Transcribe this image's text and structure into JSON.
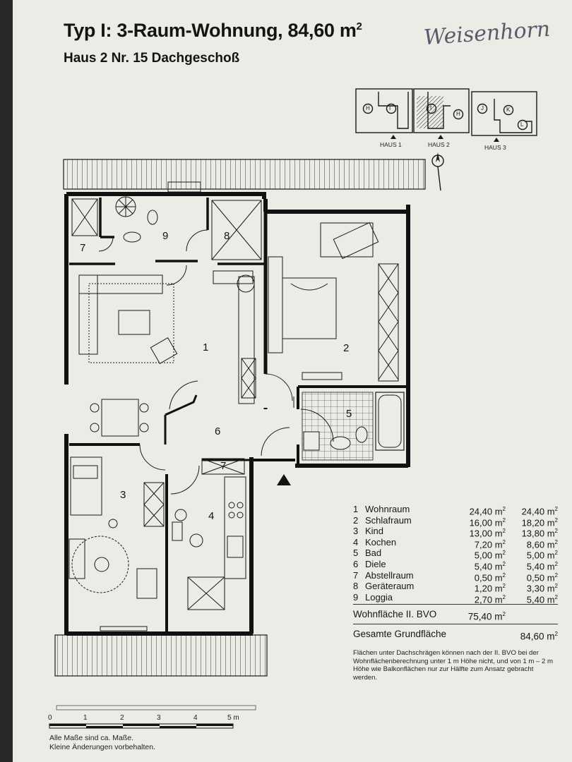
{
  "header": {
    "title": "Typ I: 3-Raum-Wohnung, 84,60 m",
    "title_sup": "2",
    "subtitle": "Haus 2   Nr. 15   Dachgeschoß",
    "handwritten_note": "Weisenhorn"
  },
  "keyplan": {
    "units": [
      "H",
      "I",
      "I",
      "H",
      "J",
      "K",
      "L"
    ],
    "houses": [
      "HAUS 1",
      "HAUS 2",
      "HAUS 3"
    ]
  },
  "plan": {
    "room_numbers": [
      "1",
      "2",
      "3",
      "4",
      "5",
      "6",
      "7",
      "7",
      "8",
      "9"
    ]
  },
  "area_table": {
    "rows": [
      {
        "num": "1",
        "name": "Wohnraum",
        "area_1": "24,40 m",
        "area_2": "24,40 m"
      },
      {
        "num": "2",
        "name": "Schlafraum",
        "area_1": "16,00 m",
        "area_2": "18,20 m"
      },
      {
        "num": "3",
        "name": "Kind",
        "area_1": "13,00 m",
        "area_2": "13,80 m"
      },
      {
        "num": "4",
        "name": "Kochen",
        "area_1": "7,20 m",
        "area_2": "8,60 m"
      },
      {
        "num": "5",
        "name": "Bad",
        "area_1": "5,00 m",
        "area_2": "5,00 m"
      },
      {
        "num": "6",
        "name": "Diele",
        "area_1": "5,40 m",
        "area_2": "5,40 m"
      },
      {
        "num": "7",
        "name": "Abstellraum",
        "area_1": "0,50 m",
        "area_2": "0,50 m"
      },
      {
        "num": "8",
        "name": "Geräteraum",
        "area_1": "1,20 m",
        "area_2": "3,30 m"
      },
      {
        "num": "9",
        "name": "Loggia",
        "area_1": "2,70 m",
        "area_2": "5,40 m"
      }
    ],
    "unit_sup": "2",
    "wohnflaeche_label": "Wohnfläche II. BVO",
    "wohnflaeche_value": "75,40 m",
    "gesamt_label": "Gesamte Grundfläche",
    "gesamt_value": "84,60 m"
  },
  "note": "Flächen unter Dachschrägen können nach der II. BVO bei der Wohnflächenberechnung unter 1 m Höhe nicht, und von 1 m – 2 m Höhe wie Balkonflächen nur zur Hälfte zum Ansatz gebracht werden.",
  "scale": {
    "labels": [
      "0",
      "1",
      "2",
      "3",
      "4",
      "5 m"
    ]
  },
  "footer": {
    "line1": "Alle Maße sind ca. Maße.",
    "line2": "Kleine Änderungen vorbehalten."
  }
}
